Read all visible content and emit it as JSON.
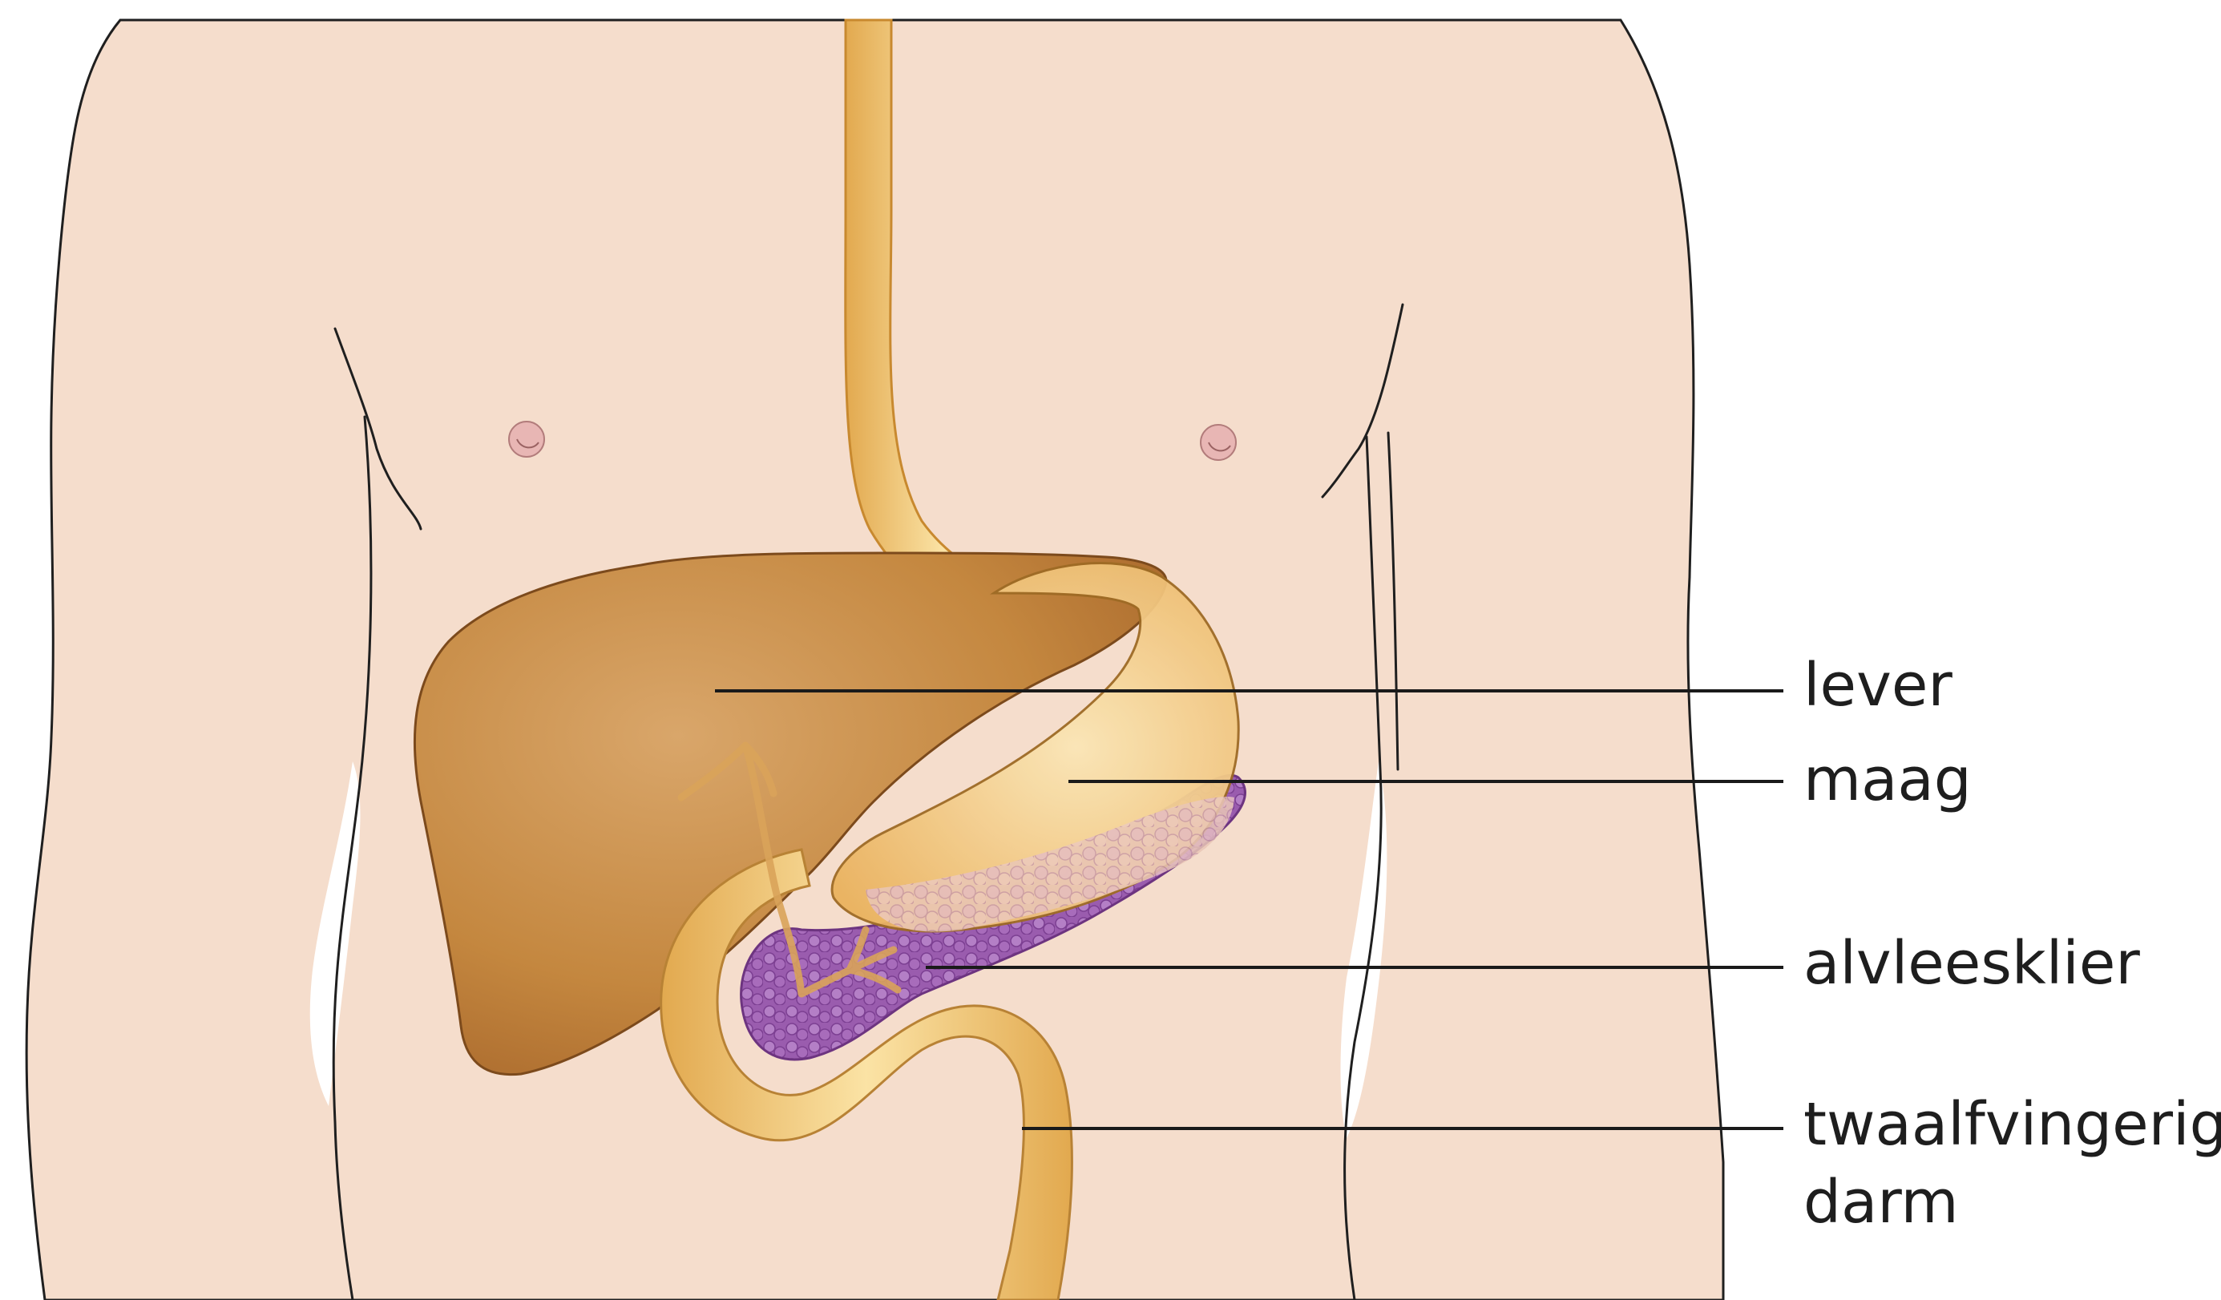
{
  "labels": {
    "liver": "lever",
    "stomach": "maag",
    "pancreas": "alvleesklier",
    "duodenum_line1": "twaalfvingerige",
    "duodenum_line2": "darm"
  },
  "colors": {
    "skin": "#f5ddcc",
    "liver": "#c98a44",
    "stomach": "#f6d38a",
    "esophagus": "#f3c87a",
    "pancreas": "#9a5cae",
    "duodenum": "#f7d98e",
    "bile_duct": "#d9a35a",
    "nipple": "#c9928f"
  }
}
